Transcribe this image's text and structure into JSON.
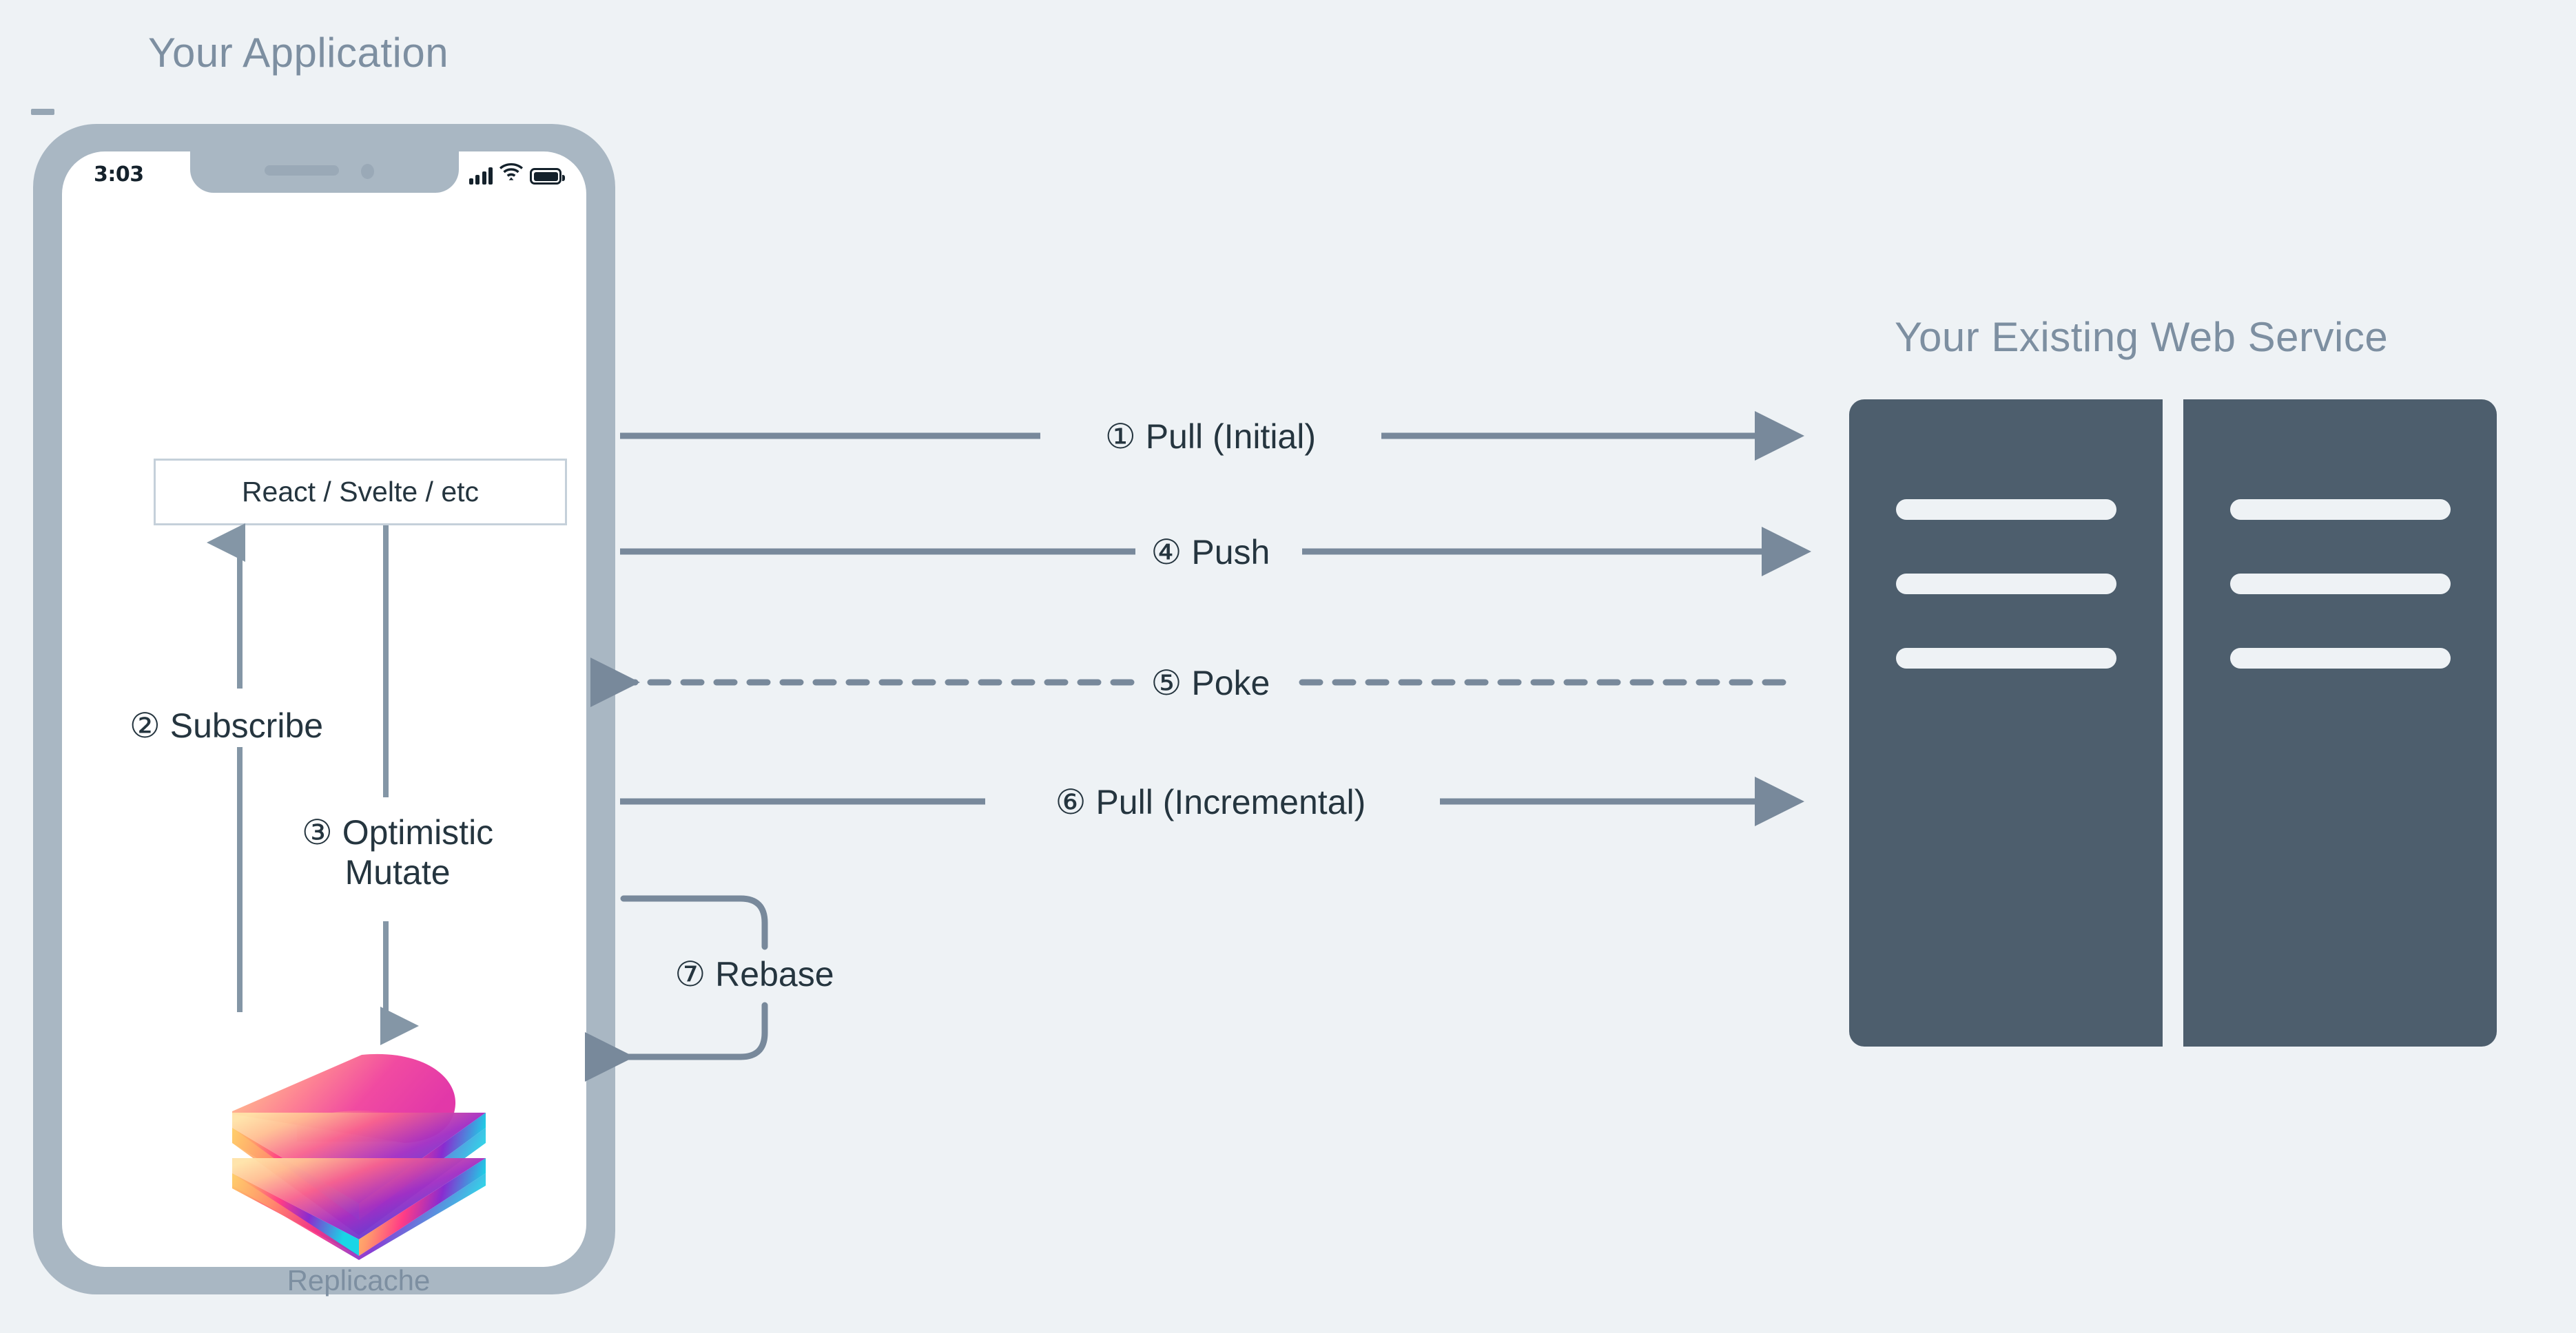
{
  "background_color": "#eef2f5",
  "accent_colors": {
    "title_gray": "#7d8fa1",
    "text_dark": "#25353f",
    "phone_frame": "#a9b7c3",
    "server_dark": "#4d5e6d",
    "arrow_gray": "#78899b",
    "box_border": "#c5d0da"
  },
  "app": {
    "title": "Your Application",
    "phone": {
      "status_bar": {
        "time": "3:03",
        "icons": [
          "cellular-signal-icon",
          "wifi-icon",
          "battery-icon"
        ]
      },
      "framework_box_label": "React / Svelte / etc",
      "steps": [
        {
          "number": "②",
          "label": "Subscribe",
          "direction": "up"
        },
        {
          "number": "③",
          "label": "Optimistic\nMutate",
          "direction": "down"
        }
      ],
      "local_store": {
        "name": "Replicache",
        "logo": "replicache-layers-logo"
      }
    }
  },
  "service": {
    "title": "Your Existing Web Service",
    "racks": [
      {
        "slots": 3
      },
      {
        "slots": 3
      }
    ]
  },
  "sync_steps": [
    {
      "id": "1",
      "number": "①",
      "label": "Pull (Initial)",
      "direction": "right",
      "style": "solid"
    },
    {
      "id": "4",
      "number": "④",
      "label": "Push",
      "direction": "right",
      "style": "solid"
    },
    {
      "id": "5",
      "number": "⑤",
      "label": "Poke",
      "direction": "left",
      "style": "dashed"
    },
    {
      "id": "6",
      "number": "⑥",
      "label": "Pull (Incremental)",
      "direction": "right",
      "style": "solid"
    },
    {
      "id": "7",
      "number": "⑦",
      "label": "Rebase",
      "direction": "loop-left",
      "style": "solid"
    }
  ],
  "labels": {
    "step1": "① Pull (Initial)",
    "step2": "② Subscribe",
    "step3": "③ Optimistic\nMutate",
    "step4": "④ Push",
    "step5": "⑤ Poke",
    "step6": "⑥ Pull (Incremental)",
    "step7": "⑦ Rebase"
  }
}
